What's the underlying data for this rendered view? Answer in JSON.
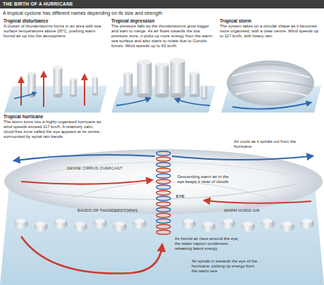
{
  "diagram": {
    "title": "THE BIRTH OF A HURRICANE",
    "caption": "A tropical cyclone has different names depending on its size and strength",
    "nodes": [
      {
        "text": [
          "Tropical disturbance",
          "A cluster of thunderstorms forms in an area with sea surface temperatures above 26°C, pushing warm humid air up into the atmosphere"
        ]
      },
      {
        "text": [
          "Tropical depression",
          "The pressure falls as the thunderstorms grow bigger and start to merge. As air flows towards the low pressure zone, it picks up more energy from the warm sea surface and also starts to rotate due to Coriolis forces. Wind speeds up to 63 km/h"
        ]
      },
      {
        "text": [
          "Tropical storm",
          "The system takes on a circular shape as it becomes more organised, with a clear centre. Wind speeds up to 117 km/h, with heavy rain"
        ]
      },
      {
        "text": [
          "Tropical hurricane",
          "The storm turns into a highly organised hurricane as wind speeds exceed 117 km/h. A relatively calm, cloud-free zone called the eye appears at its centre, surrounded by spiral rain bands"
        ]
      }
    ],
    "labels": [
      "DENSE CIRRUS OVERCAST",
      "Air cools as it spirals out from the hurricane",
      "Descending warm air in the eye keeps it clear of clouds",
      "EYE",
      "BANDS OF THUNDERSTORMS",
      "WARM HUMID AIR",
      "As humid air rises around the eye, the water vapour condenses, releasing latent energy",
      "Air spirals in towards the eye of the hurricane, picking up energy from the warm sea"
    ]
  }
}
